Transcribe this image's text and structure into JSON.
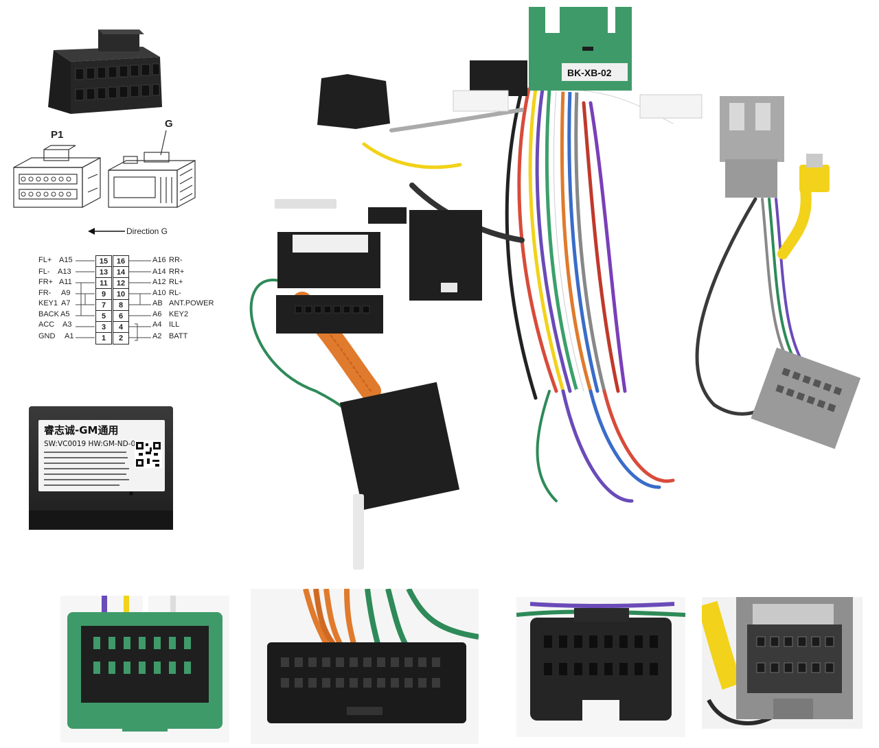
{
  "connector_diagram": {
    "p1_label": "P1",
    "g_label": "G",
    "direction_label": "Direction G"
  },
  "pinout": {
    "left": [
      {
        "signal": "FL+",
        "code": "A15",
        "pin": "15"
      },
      {
        "signal": "FL-",
        "code": "A13",
        "pin": "13"
      },
      {
        "signal": "FR+",
        "code": "A11",
        "pin": "11"
      },
      {
        "signal": "FR-",
        "code": "A9",
        "pin": "9"
      },
      {
        "signal": "KEY1",
        "code": "A7",
        "pin": "7"
      },
      {
        "signal": "BACK",
        "code": "A5",
        "pin": "5"
      },
      {
        "signal": "ACC",
        "code": "A3",
        "pin": "3"
      },
      {
        "signal": "GND",
        "code": "A1",
        "pin": "1"
      }
    ],
    "right": [
      {
        "pin": "16",
        "code": "A16",
        "signal": "RR-"
      },
      {
        "pin": "14",
        "code": "A14",
        "signal": "RR+"
      },
      {
        "pin": "12",
        "code": "A12",
        "signal": "RL+"
      },
      {
        "pin": "10",
        "code": "A10",
        "signal": "RL-"
      },
      {
        "pin": "8",
        "code": "AB",
        "signal": "ANT.POWER"
      },
      {
        "pin": "6",
        "code": "A6",
        "signal": "KEY2"
      },
      {
        "pin": "4",
        "code": "A4",
        "signal": "ILL"
      },
      {
        "pin": "2",
        "code": "A2",
        "signal": "BATT"
      }
    ]
  },
  "module": {
    "title": "睿志诚-GM通用",
    "version": "SW:VC0019  HW:GM-ND-0101"
  },
  "harness": {
    "connector_tag": "BK-XB-02"
  },
  "colors": {
    "green_connector": "#3f9a6a",
    "black_connector": "#222222",
    "grey_connector": "#9a9a9a",
    "yellow_rca": "#f2d21a"
  }
}
